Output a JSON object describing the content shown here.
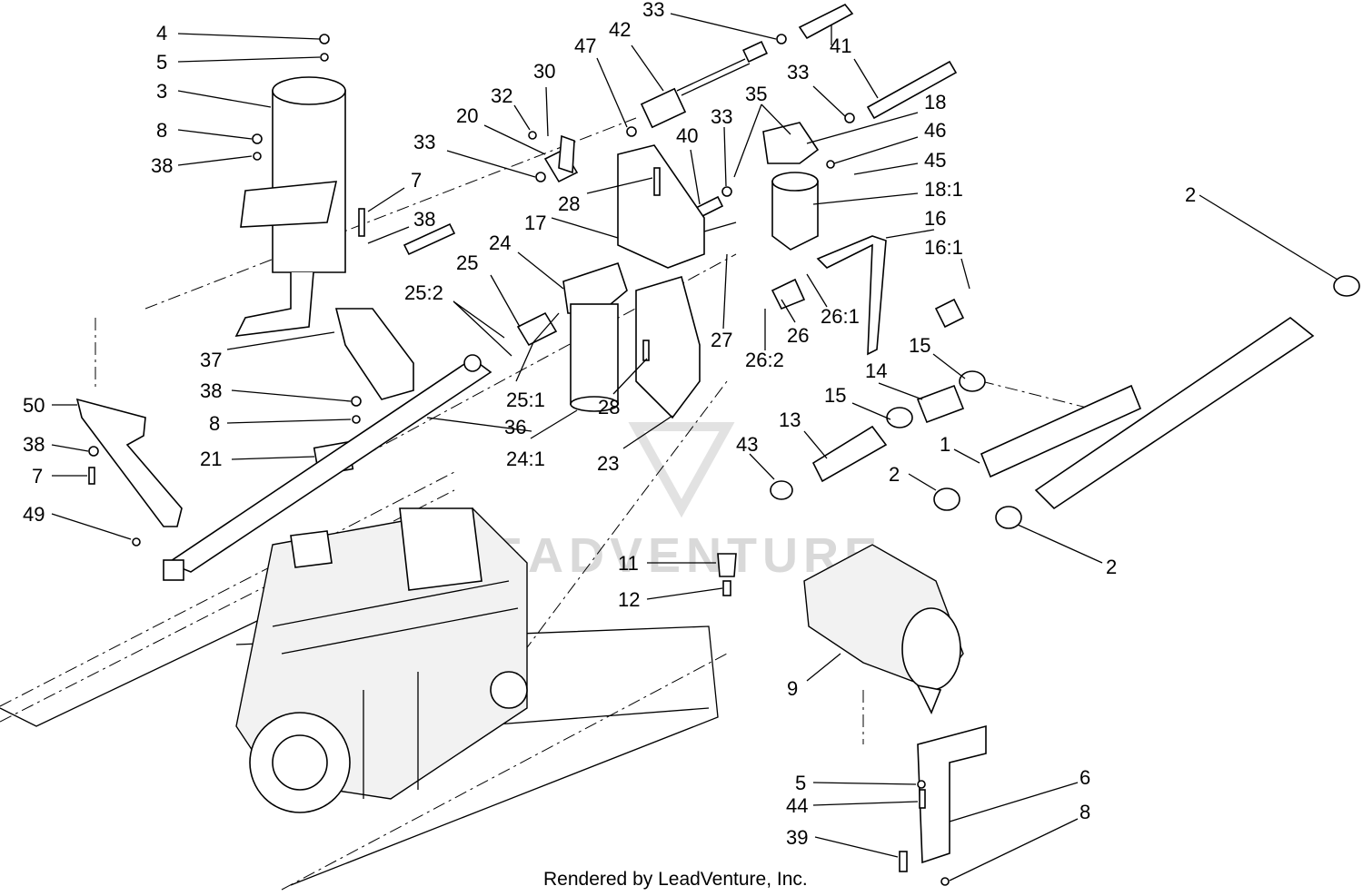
{
  "diagram": {
    "watermark": "LEADVENTURE",
    "credit": "Rendered by LeadVenture, Inc.",
    "callouts": [
      "4",
      "5",
      "3",
      "8",
      "38",
      "7",
      "38",
      "37",
      "38",
      "8",
      "21",
      "50",
      "38",
      "7",
      "49",
      "36",
      "33",
      "20",
      "32",
      "30",
      "47",
      "42",
      "33",
      "41",
      "33",
      "35",
      "33",
      "40",
      "18",
      "46",
      "45",
      "18:1",
      "28",
      "17",
      "24",
      "25",
      "25:2",
      "25:1",
      "24:1",
      "28",
      "23",
      "27",
      "16",
      "16:1",
      "26",
      "26:1",
      "26:2",
      "15",
      "14",
      "15",
      "13",
      "43",
      "1",
      "2",
      "2",
      "2",
      "11",
      "12",
      "9",
      "5",
      "44",
      "39",
      "6",
      "8"
    ]
  }
}
